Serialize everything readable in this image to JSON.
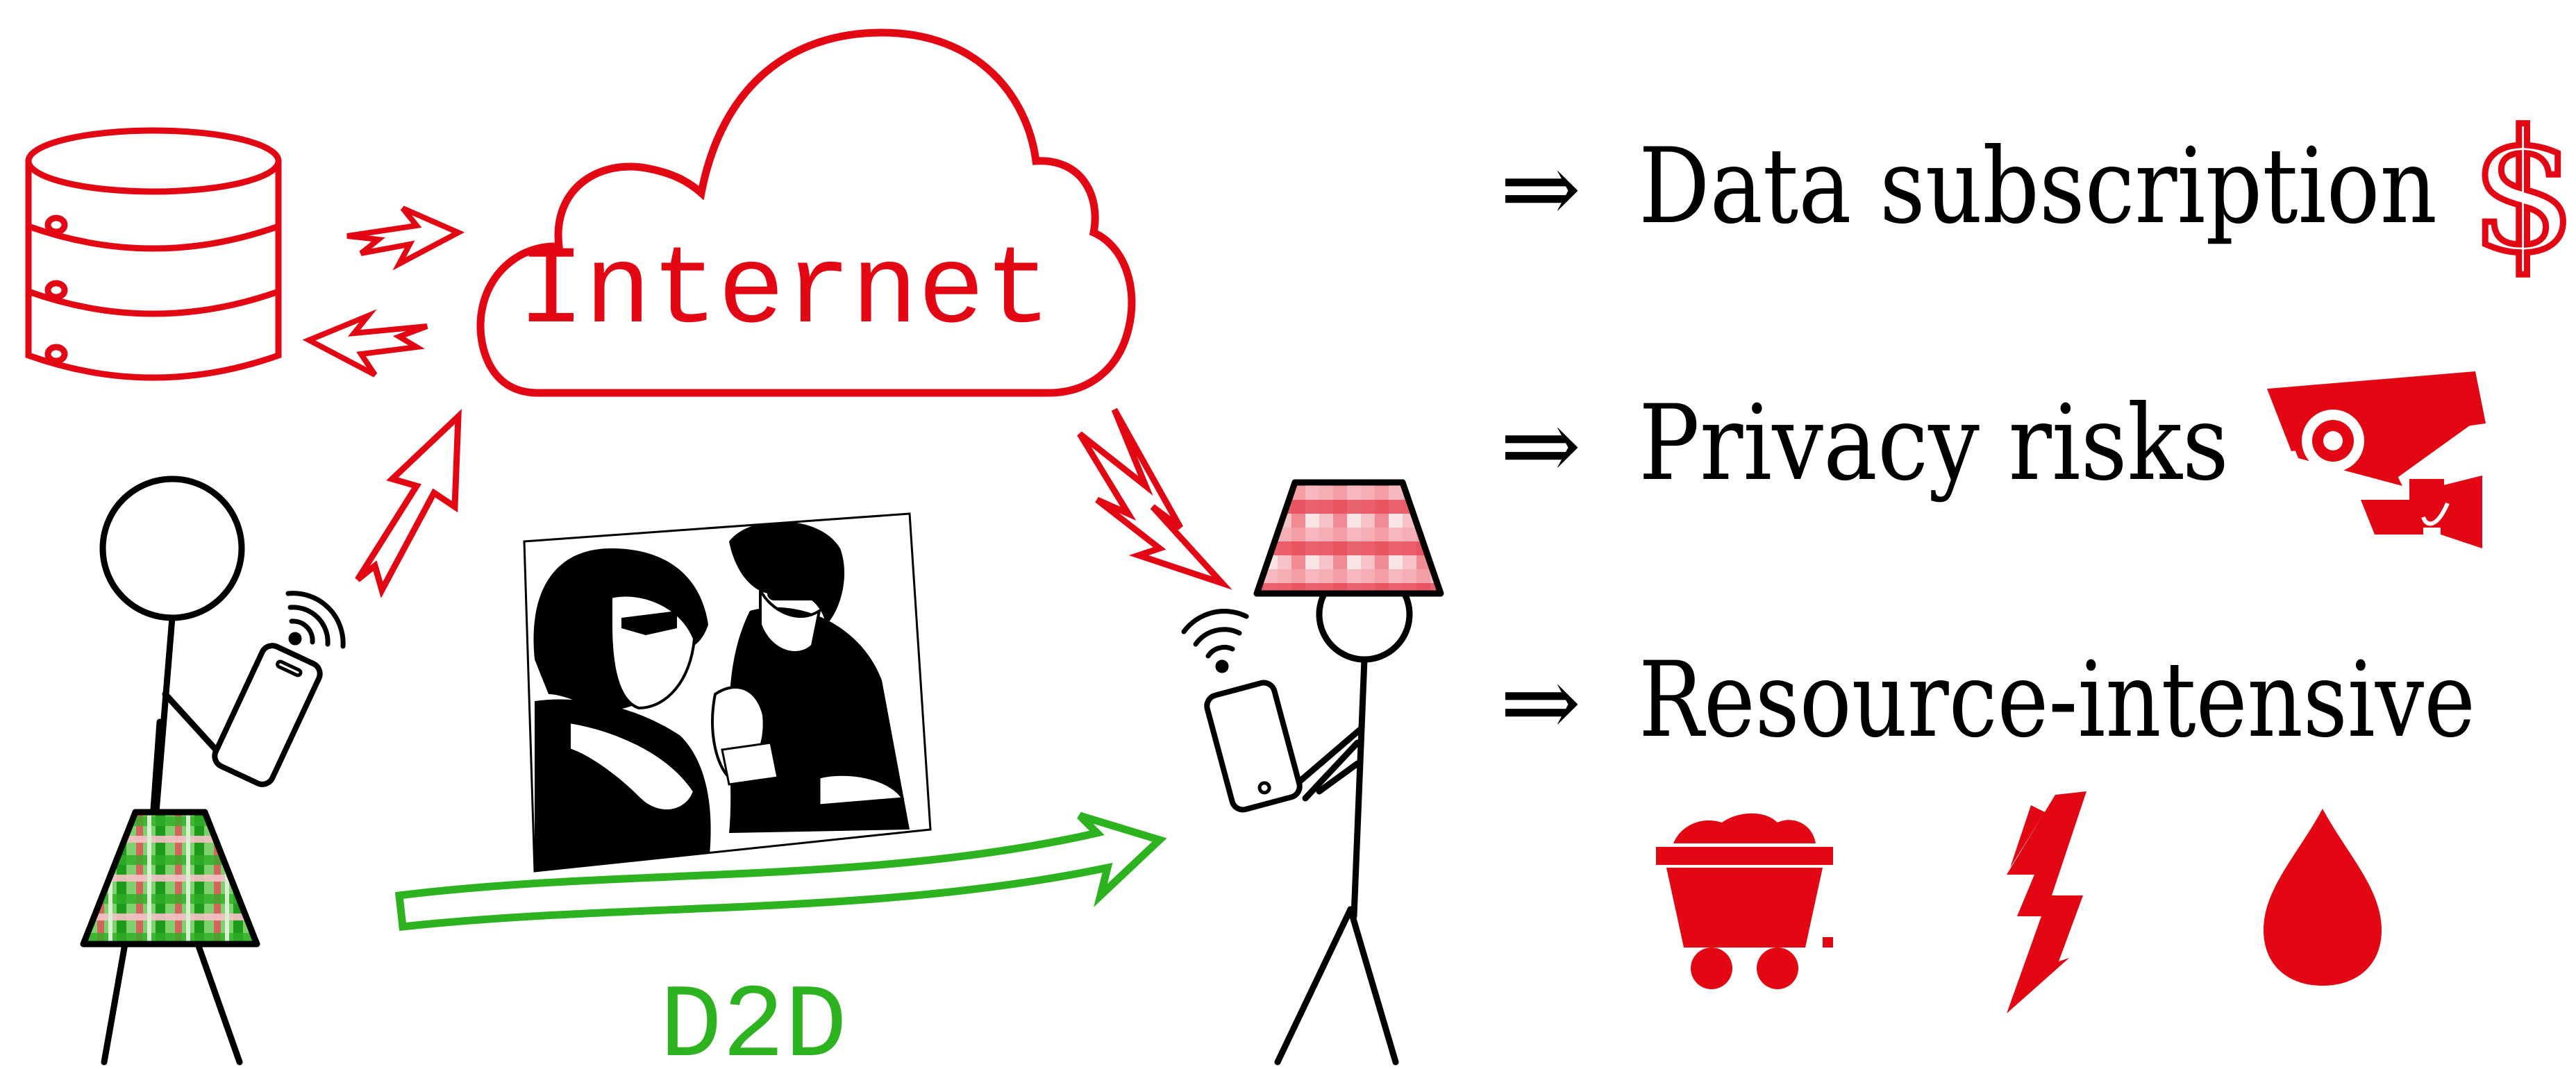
{
  "diagram": {
    "cloud_label": "Internet",
    "d2d_label": "D2D",
    "bullets": [
      {
        "arrow": "⇒",
        "text": "Data subscription"
      },
      {
        "arrow": "⇒",
        "text": "Privacy risks"
      },
      {
        "arrow": "⇒",
        "text": "Resource-intensive"
      }
    ],
    "dollar_symbol": "$",
    "icons": {
      "database": "database-icon",
      "cloud": "cloud-icon",
      "camera": "security-camera-icon",
      "coal": "coal-cart-icon",
      "lightning": "lightning-icon",
      "water": "water-drop-icon",
      "wifi": "wifi-icon",
      "phone": "smartphone-icon",
      "photo": "comic-photo-image"
    },
    "colors": {
      "red": "#e30613",
      "green": "#2db31f",
      "black": "#000000"
    }
  }
}
